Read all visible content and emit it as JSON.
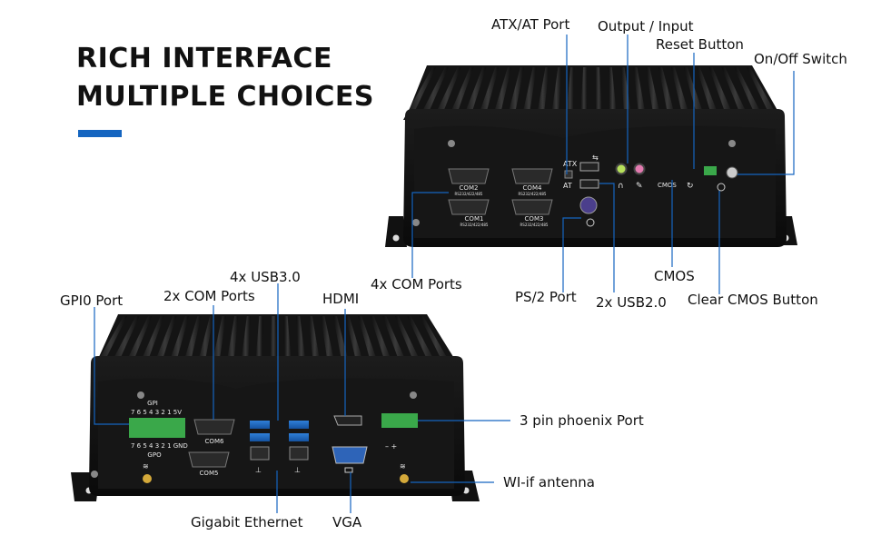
{
  "headline": {
    "line1": "RICH INTERFACE",
    "line2": "MULTIPLE CHOICES",
    "accent_color": "#1565c0"
  },
  "top_unit": {
    "callouts": {
      "atx_at_port": "ATX/AT Port",
      "output_input": "Output / Input",
      "reset_button": "Reset Button",
      "on_off_switch": "On/Off Switch",
      "com_ports": "4x COM Ports",
      "ps2_port": "PS/2 Port",
      "usb2": "2x USB2.0",
      "cmos": "CMOS",
      "clear_cmos_button": "Clear CMOS Button"
    },
    "panel": {
      "com1": "COM1",
      "com2": "COM2",
      "com3": "COM3",
      "com4": "COM4",
      "com_spec": "RS232/422/485",
      "atx": "ATX",
      "at": "AT",
      "cmos": "CMOS"
    }
  },
  "bottom_unit": {
    "callouts": {
      "gpio_port": "GPI0 Port",
      "com_ports": "2x COM Ports",
      "usb3": "4x USB3.0",
      "hdmi": "HDMI",
      "phoenix_port": "3 pin phoenix Port",
      "wifi_antenna": "WI-if antenna",
      "gigabit_ethernet": "Gigabit Ethernet",
      "vga": "VGA"
    },
    "panel": {
      "gpi": "GPI",
      "gpi_pins": "7 6 5 4 3 2 1 5V",
      "gpo_pins": "7 6 5 4 3 2 1 GND",
      "gpo": "GPO",
      "com5": "COM5",
      "com6": "COM6",
      "power_polarity": "– +"
    }
  }
}
